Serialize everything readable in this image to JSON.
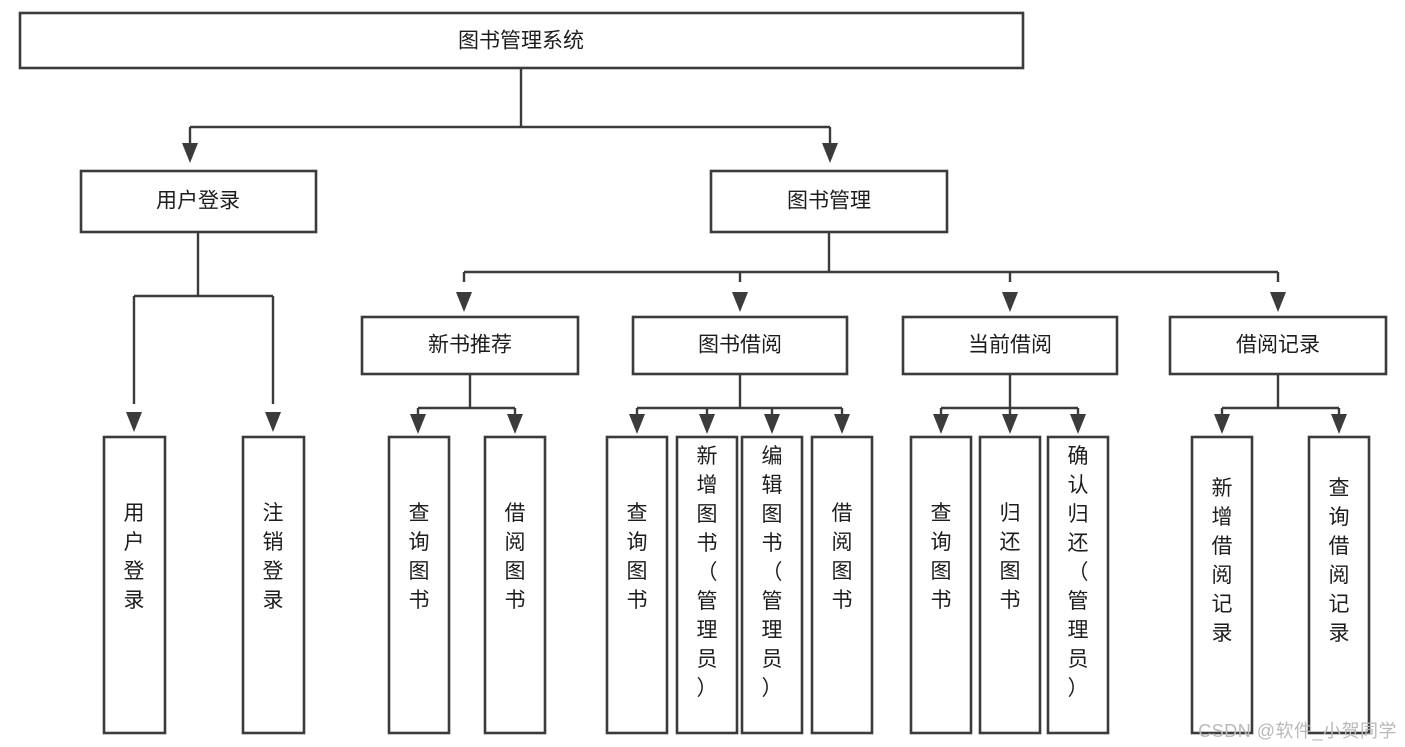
{
  "diagram": {
    "title": "图书管理系统",
    "type": "tree-hierarchy-chart",
    "watermark": "CSDN @软件_小贺同学",
    "colors": {
      "stroke": "#3b3b3b",
      "fill": "#ffffff",
      "text": "#1d1d1d",
      "watermark": "#b9b9b9",
      "background": "#ffffff"
    },
    "levels": {
      "root": {
        "label": "图书管理系统"
      },
      "level2": [
        {
          "id": "user-login",
          "label": "用户登录"
        },
        {
          "id": "book-management",
          "label": "图书管理"
        }
      ],
      "level3": [
        {
          "id": "new-book-recommend",
          "label": "新书推荐",
          "parent": "book-management"
        },
        {
          "id": "book-borrow",
          "label": "图书借阅",
          "parent": "book-management"
        },
        {
          "id": "current-borrow",
          "label": "当前借阅",
          "parent": "book-management"
        },
        {
          "id": "borrow-record",
          "label": "借阅记录",
          "parent": "book-management"
        }
      ],
      "leaves": [
        {
          "id": "leaf-user-login",
          "label": "用户登录",
          "parent": "user-login"
        },
        {
          "id": "leaf-logout-login",
          "label": "注销登录",
          "parent": "user-login"
        },
        {
          "id": "leaf-query-book-1",
          "label": "查询图书",
          "parent": "new-book-recommend"
        },
        {
          "id": "leaf-borrow-book-1",
          "label": "借阅图书",
          "parent": "new-book-recommend"
        },
        {
          "id": "leaf-query-book-2",
          "label": "查询图书",
          "parent": "book-borrow"
        },
        {
          "id": "leaf-add-book",
          "label": "新增图书（管理员）",
          "parent": "book-borrow"
        },
        {
          "id": "leaf-edit-book",
          "label": "编辑图书（管理员）",
          "parent": "book-borrow"
        },
        {
          "id": "leaf-borrow-book-2",
          "label": "借阅图书",
          "parent": "book-borrow"
        },
        {
          "id": "leaf-query-book-3",
          "label": "查询图书",
          "parent": "current-borrow"
        },
        {
          "id": "leaf-return-book",
          "label": "归还图书",
          "parent": "current-borrow"
        },
        {
          "id": "leaf-confirm-return",
          "label": "确认归还（管理员）",
          "parent": "current-borrow"
        },
        {
          "id": "leaf-add-record",
          "label": "新增借阅记录",
          "parent": "borrow-record"
        },
        {
          "id": "leaf-query-record",
          "label": "查询借阅记录",
          "parent": "borrow-record"
        }
      ]
    }
  }
}
